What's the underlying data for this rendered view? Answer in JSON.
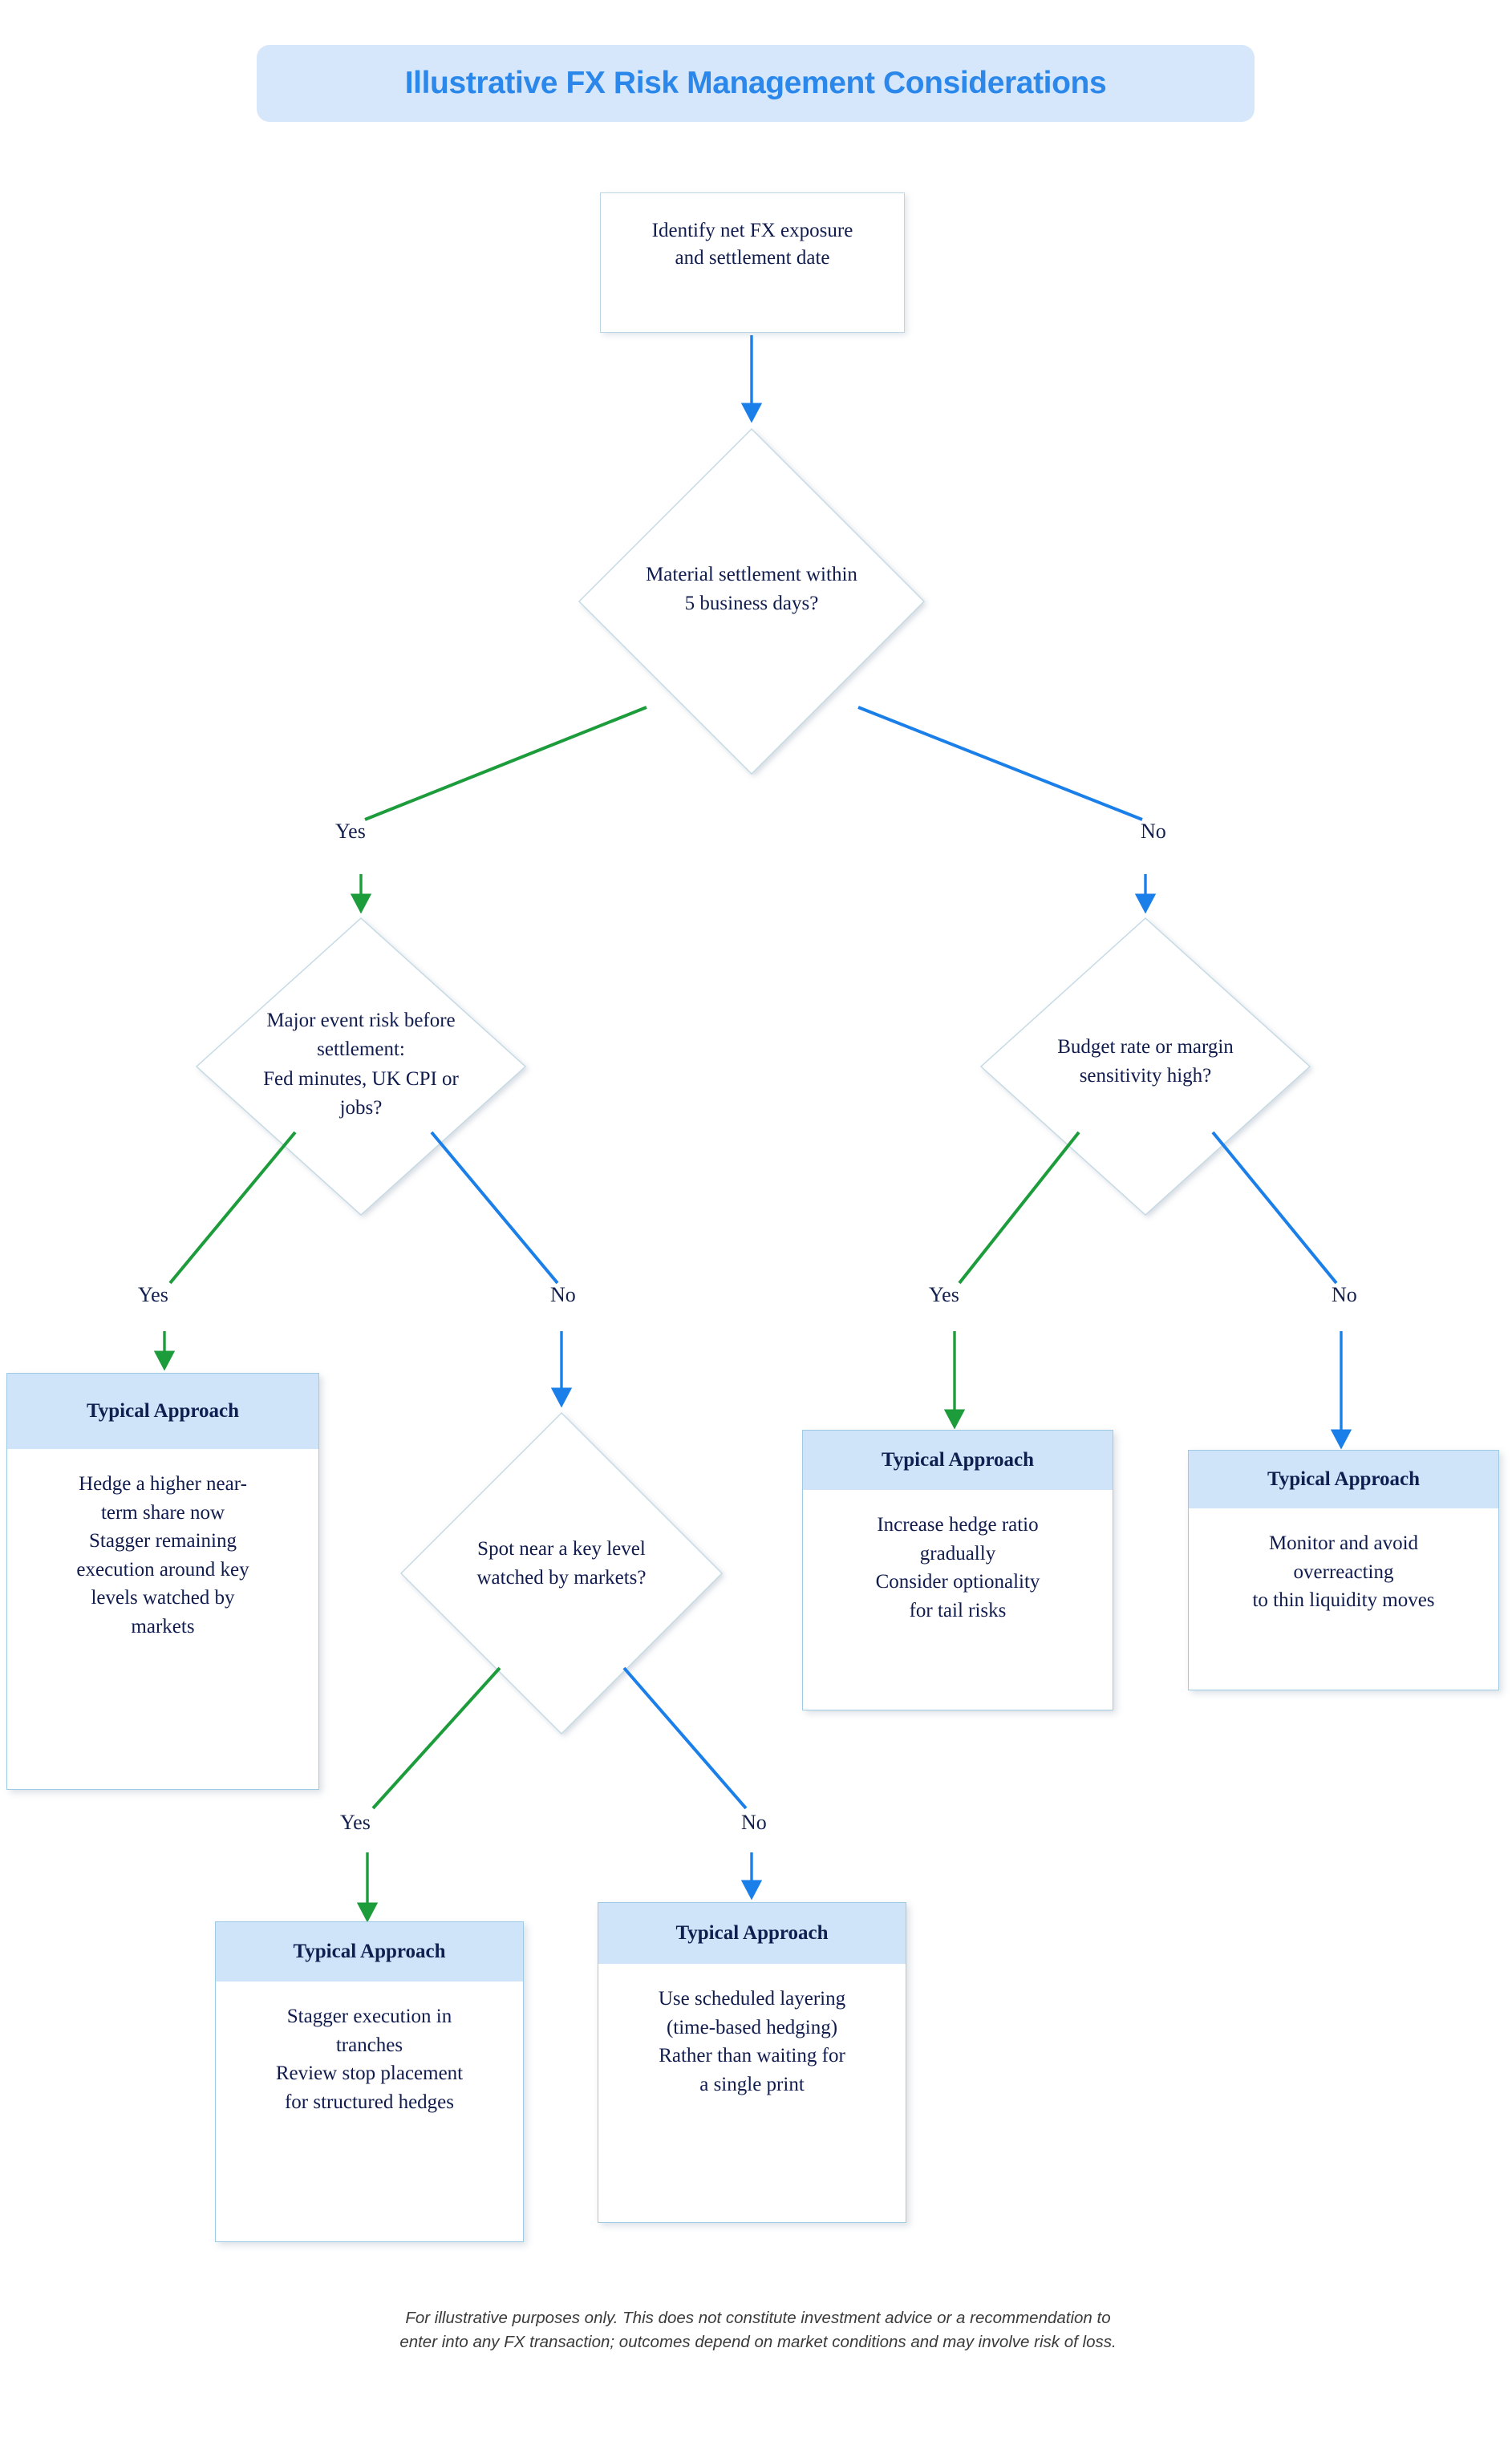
{
  "header": {
    "title": "Illustrative FX Risk Management Considerations",
    "banner_color": "#d7e7fb",
    "title_color": "#2b88ea"
  },
  "theme": {
    "yes_edge_color": "#1d9c3c",
    "no_edge_color": "#1b7fe9",
    "node_border_color": "#bcd6e6",
    "outcome_header_color": "#cfe3f9",
    "text_color": "#111c4e"
  },
  "flow": {
    "start": {
      "id": "start",
      "type": "process",
      "text": "Identify net FX exposure\nand settlement date"
    },
    "decisions": [
      {
        "id": "d1",
        "type": "decision",
        "text": "Material settlement within\n5 business days?",
        "yes_label": "Yes",
        "no_label": "No"
      },
      {
        "id": "d2",
        "type": "decision",
        "text": "Major event risk before\nsettlement:\nFed minutes, UK CPI or\njobs?",
        "yes_label": "Yes",
        "no_label": "No"
      },
      {
        "id": "d3",
        "type": "decision",
        "text": "Budget rate or margin\nsensitivity high?",
        "yes_label": "Yes",
        "no_label": "No"
      },
      {
        "id": "d4",
        "type": "decision",
        "text": "Spot near a key level\nwatched by markets?",
        "yes_label": "Yes",
        "no_label": "No"
      }
    ],
    "outcomes": [
      {
        "id": "o1",
        "type": "outcome",
        "title": "Typical Approach",
        "text": "Hedge a higher near-\nterm share now\nStagger remaining\nexecution around key\nlevels watched by\nmarkets"
      },
      {
        "id": "o2",
        "type": "outcome",
        "title": "Typical Approach",
        "text": "Increase hedge ratio\ngradually\nConsider optionality\nfor tail risks"
      },
      {
        "id": "o3",
        "type": "outcome",
        "title": "Typical Approach",
        "text": "Monitor and avoid\noverreacting\nto thin liquidity moves"
      },
      {
        "id": "o4",
        "type": "outcome",
        "title": "Typical Approach",
        "text": "Stagger execution in\ntranches\nReview stop placement\nfor structured hedges"
      },
      {
        "id": "o5",
        "type": "outcome",
        "title": "Typical Approach",
        "text": "Use scheduled layering\n(time-based hedging)\nRather than waiting for\na single print"
      }
    ],
    "edge_labels": {
      "d1_yes": "Yes",
      "d1_no": "No",
      "d2_yes": "Yes",
      "d2_no": "No",
      "d3_yes": "Yes",
      "d3_no": "No",
      "d4_yes": "Yes",
      "d4_no": "No"
    }
  },
  "footer": {
    "disclaimer": "For illustrative purposes only. This does not constitute investment advice or a recommendation to\nenter into any FX transaction; outcomes depend on market conditions and may involve risk of loss."
  }
}
